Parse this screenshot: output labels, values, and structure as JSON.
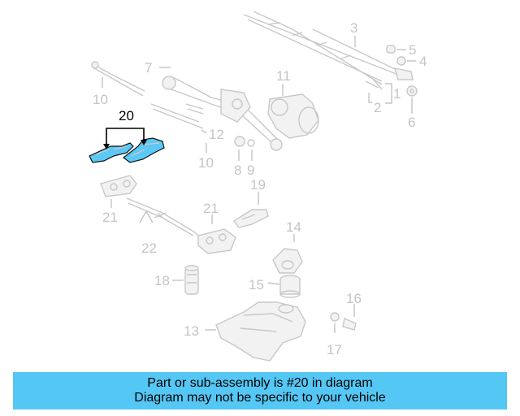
{
  "diagram": {
    "highlight_color": "#5bc8f5",
    "highlighted_part": "20",
    "callouts": {
      "c1": "1",
      "c2": "2",
      "c3": "3",
      "c4": "4",
      "c5": "5",
      "c6": "6",
      "c7": "7",
      "c8": "8",
      "c9": "9",
      "c10a": "10",
      "c10b": "10",
      "c11": "11",
      "c12": "12",
      "c13": "13",
      "c14": "14",
      "c15": "15",
      "c16": "16",
      "c17": "17",
      "c18": "18",
      "c19": "19",
      "c20": "20",
      "c21a": "21",
      "c21b": "21",
      "c22": "22"
    }
  },
  "banner": {
    "line1": "Part or sub-assembly is #20 in diagram",
    "line2": "Diagram may not be specific to your vehicle",
    "color": "#55c7f5"
  }
}
